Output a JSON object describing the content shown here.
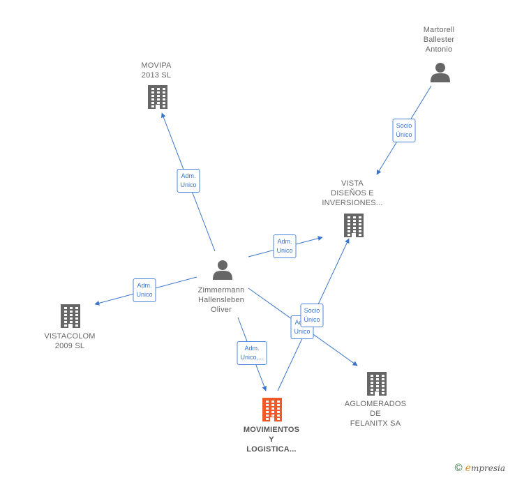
{
  "colors": {
    "edge": "#3a74c9",
    "icon": "#666666",
    "highlight": "#f05a28"
  },
  "nodes": {
    "movipa": {
      "lines": [
        "MOVIPA",
        "2013 SL"
      ],
      "icon": "building-icon"
    },
    "martorell": {
      "lines": [
        "Martorell",
        "Ballester",
        "Antonio"
      ],
      "icon": "person-icon"
    },
    "vista": {
      "lines": [
        "VISTA",
        "DISEÑOS E",
        "INVERSIONES..."
      ],
      "icon": "building-icon"
    },
    "zimmermann": {
      "lines": [
        "Zimmermann",
        "Hallensleben",
        "Oliver"
      ],
      "icon": "person-icon"
    },
    "vistacolom": {
      "lines": [
        "VISTACOLOM",
        "2009 SL"
      ],
      "icon": "building-icon"
    },
    "movimientos": {
      "lines": [
        "MOVIMIENTOS",
        "Y",
        "LOGISTICA..."
      ],
      "icon": "building-icon"
    },
    "aglomerados": {
      "lines": [
        "AGLOMERADOS",
        "DE",
        "FELANITX SA"
      ],
      "icon": "building-icon"
    }
  },
  "edges": {
    "zim_movipa": {
      "lines": [
        "Adm.",
        "Unico"
      ]
    },
    "mar_vista": {
      "lines": [
        "Socio",
        "Único"
      ]
    },
    "zim_vista": {
      "lines": [
        "Adm.",
        "Unico"
      ]
    },
    "zim_vistacolom": {
      "lines": [
        "Adm.",
        "Unico"
      ]
    },
    "zim_aglomerados": {
      "lines": [
        "Adm.",
        "Unico"
      ]
    },
    "mov_vista": {
      "lines": [
        "Socio",
        "Único"
      ]
    },
    "zim_movimientos": {
      "lines": [
        "Adm.",
        "Unico,..."
      ]
    }
  },
  "footer": {
    "copyright": "©",
    "brand_initial": "e",
    "brand_rest": "mpresia"
  }
}
